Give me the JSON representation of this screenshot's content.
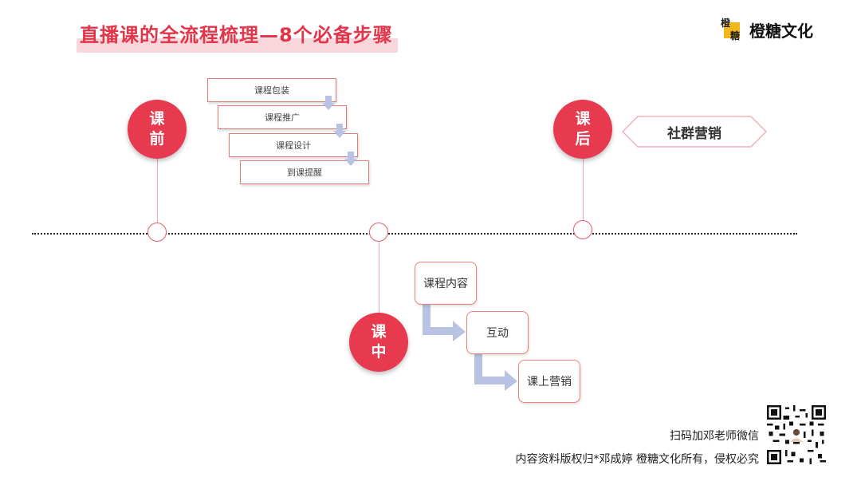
{
  "title": "直播课的全流程梳理—8个必备步骤",
  "logo": {
    "mark_top": "橙",
    "mark_bottom": "糖",
    "text": "橙糖文化"
  },
  "phases": {
    "before": {
      "line1": "课",
      "line2": "前"
    },
    "during": {
      "line1": "课",
      "line2": "中"
    },
    "after": {
      "line1": "课",
      "line2": "后"
    }
  },
  "pre_steps": [
    "课程包装",
    "课程推广",
    "课程设计",
    "到课提醒"
  ],
  "after_step": "社群营销",
  "in_class_steps": [
    "课程内容",
    "互动",
    "课上营销"
  ],
  "footer": {
    "scan_text": "扫码加邓老师微信",
    "copyright": "内容资料版权归*邓成婷 橙糖文化所有，侵权必究"
  },
  "colors": {
    "accent_red": "#e73a4f",
    "arrow_blue": "#b8c3e3",
    "logo_yellow": "#f2b81b"
  }
}
